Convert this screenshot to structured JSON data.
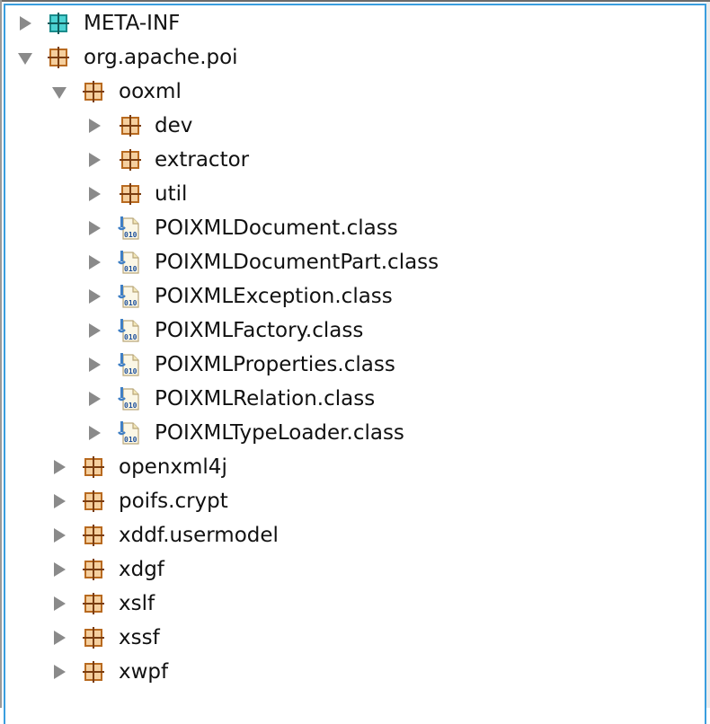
{
  "tree": [
    {
      "label": "META-INF",
      "level": 0,
      "expanded": false,
      "icon": "package-teal-icon"
    },
    {
      "label": "org.apache.poi",
      "level": 0,
      "expanded": true,
      "icon": "package-icon"
    },
    {
      "label": "ooxml",
      "level": 1,
      "expanded": true,
      "icon": "package-icon"
    },
    {
      "label": "dev",
      "level": 2,
      "expanded": false,
      "icon": "package-icon"
    },
    {
      "label": "extractor",
      "level": 2,
      "expanded": false,
      "icon": "package-icon"
    },
    {
      "label": "util",
      "level": 2,
      "expanded": false,
      "icon": "package-icon"
    },
    {
      "label": "POIXMLDocument.class",
      "level": 2,
      "expanded": false,
      "icon": "class-file-icon"
    },
    {
      "label": "POIXMLDocumentPart.class",
      "level": 2,
      "expanded": false,
      "icon": "class-file-icon"
    },
    {
      "label": "POIXMLException.class",
      "level": 2,
      "expanded": false,
      "icon": "class-file-icon"
    },
    {
      "label": "POIXMLFactory.class",
      "level": 2,
      "expanded": false,
      "icon": "class-file-icon"
    },
    {
      "label": "POIXMLProperties.class",
      "level": 2,
      "expanded": false,
      "icon": "class-file-icon"
    },
    {
      "label": "POIXMLRelation.class",
      "level": 2,
      "expanded": false,
      "icon": "class-file-icon"
    },
    {
      "label": "POIXMLTypeLoader.class",
      "level": 2,
      "expanded": false,
      "icon": "class-file-icon"
    },
    {
      "label": "openxml4j",
      "level": 1,
      "expanded": false,
      "icon": "package-icon"
    },
    {
      "label": "poifs.crypt",
      "level": 1,
      "expanded": false,
      "icon": "package-icon"
    },
    {
      "label": "xddf.usermodel",
      "level": 1,
      "expanded": false,
      "icon": "package-icon"
    },
    {
      "label": "xdgf",
      "level": 1,
      "expanded": false,
      "icon": "package-icon"
    },
    {
      "label": "xslf",
      "level": 1,
      "expanded": false,
      "icon": "package-icon"
    },
    {
      "label": "xssf",
      "level": 1,
      "expanded": false,
      "icon": "package-icon"
    },
    {
      "label": "xwpf",
      "level": 1,
      "expanded": false,
      "icon": "package-icon"
    }
  ],
  "colors": {
    "accent": "#3a9ede",
    "package": "#f5cf9e",
    "package_border": "#b86a20",
    "meta": "#4cd3d3"
  }
}
